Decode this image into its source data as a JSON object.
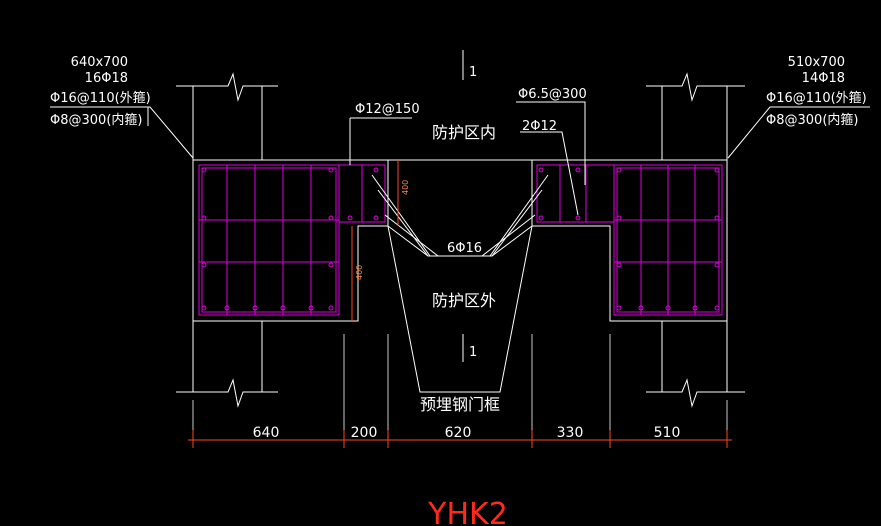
{
  "left_column": {
    "size": "640x700",
    "main_bars": "16Φ18",
    "outer_stirrup": "Φ16@110(外箍)",
    "inner_stirrup": "Φ8@300(内箍)"
  },
  "right_column": {
    "size": "510x700",
    "main_bars": "14Φ18",
    "outer_stirrup": "Φ16@110(外箍)",
    "inner_stirrup": "Φ8@300(内箍)"
  },
  "beam": {
    "stirrup": "Φ12@150",
    "tie": "Φ6.5@300",
    "top_bars": "2Φ12",
    "bottom_bars": "6Φ16"
  },
  "zones": {
    "inside": "防护区内",
    "outside": "防护区外",
    "embedded_frame": "预埋钢门框"
  },
  "section_mark": "1",
  "small_dims": {
    "upper": "400",
    "lower": "400"
  },
  "dimensions": [
    "640",
    "200",
    "620",
    "330",
    "510"
  ],
  "title": "YHK2",
  "colors": {
    "background": "#000000",
    "outline": "#ffffff",
    "rebar": "#e000e0",
    "dimension": "#ff4422",
    "title": "#ff2a1a"
  }
}
